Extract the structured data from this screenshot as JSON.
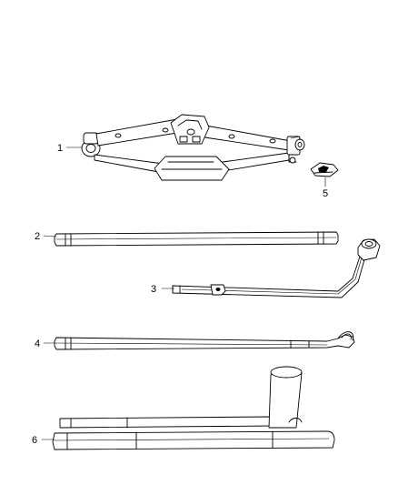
{
  "diagram": {
    "background": "#ffffff",
    "line_color": "#000000",
    "callouts": [
      {
        "id": "1",
        "label": "1",
        "part": "scissor-jack"
      },
      {
        "id": "2",
        "label": "2",
        "part": "jack-handle-extension"
      },
      {
        "id": "3",
        "label": "3",
        "part": "lug-wrench"
      },
      {
        "id": "4",
        "label": "4",
        "part": "jack-handle-hook"
      },
      {
        "id": "5",
        "label": "5",
        "part": "jack-adapter"
      },
      {
        "id": "6",
        "label": "6",
        "part": "tool-bag-and-wrench"
      }
    ]
  }
}
